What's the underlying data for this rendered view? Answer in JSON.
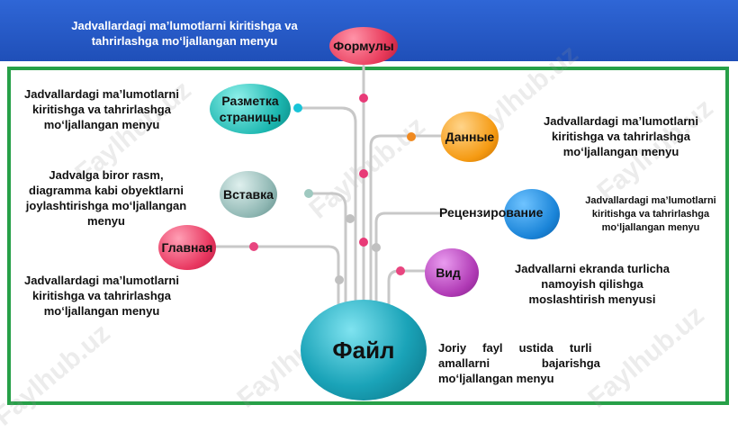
{
  "header": {
    "description": "Jadvallardagi  ma’lumotlarni  kiritishga  va\n tahrirlashga  mo‘ljallangan menyu"
  },
  "nodes": {
    "formulas": "Формулы",
    "layout": "Разметка\nстраницы",
    "data": "Данные",
    "insert": "Вставка",
    "review": "Рецензирование",
    "home": "Главная",
    "view": "Вид",
    "file": "Файл"
  },
  "descriptions": {
    "layout": "Jadvallardagi  ma’lumotlarni\nkiritishga  va tahrirlashga\nmo‘ljallangan menyu",
    "data": "Jadvallardagi  ma’lumotlarni\nkiritishga  va tahrirlashga\nmo‘ljallangan menyu",
    "insert": "Jadvalga biror rasm,\ndiagramma kabi obyektlarni\njoylashtirishga mo‘ljallangan\nmenyu",
    "review": "Jadvallardagi  ma’lumotlarni\nkiritishga  va tahrirlashga\nmo‘ljallangan  menyu",
    "home": "Jadvallardagi  ma’lumotlarni\nkiritishga  va tahrirlashga\nmo‘ljallangan menyu",
    "view": "Jadvallarni ekranda turlicha\nnamoyish qilishga\nmoslashtirish menyusi",
    "file_line1": "Joriy     fayl     ustida     turli",
    "file_line2": "amallarni                bajarishga",
    "file_line3": "mo‘ljallangan menyu"
  },
  "watermark": "Faylhub.uz",
  "colors": {
    "banner": "#2457c5",
    "frame": "#27a048",
    "file": "#1aa3b8",
    "formulas": "#e83a5a",
    "layout": "#1cb7b0",
    "data": "#f59a12",
    "insert": "#8fb7b3",
    "review": "#1a84d8",
    "home": "#e8365f",
    "view": "#b03ab5"
  }
}
